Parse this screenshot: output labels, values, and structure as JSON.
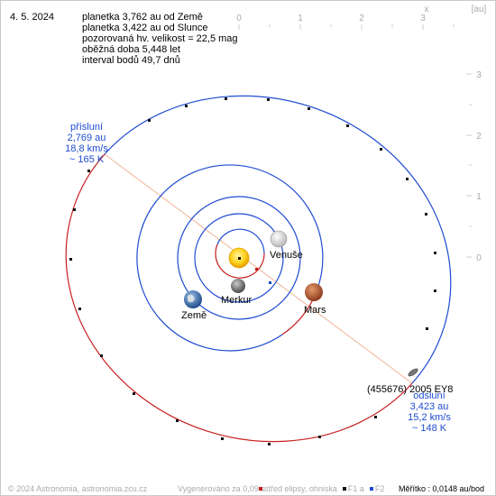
{
  "date": "4. 5. 2024",
  "info": {
    "line1": "planetka 3,762 au od Země",
    "line2": "planetka 3,422 au od Slunce",
    "line3": "pozorovaná hv. velikost = 22,5 mag",
    "line4": "oběžná doba 5,448 let",
    "line5": "interval bodů 49,7 dnů"
  },
  "axes": {
    "x_label": "x",
    "unit_label": "[au]",
    "x_ticks": [
      "0",
      "1",
      "2",
      "3"
    ],
    "y_ticks": [
      "3",
      "2",
      "1",
      "0"
    ],
    "tick_color": "#aaaaaa"
  },
  "perihelion": {
    "title": "přísluní",
    "distance": "2,769 au",
    "speed": "18,8 km/s",
    "temperature": "~ 165 K"
  },
  "aphelion": {
    "title": "odsluní",
    "distance": "3,423 au",
    "speed": "15,2 km/s",
    "temperature": "~ 148 K"
  },
  "bodies": {
    "venus": "Venuše",
    "earth": "Země",
    "mercury": "Merkur",
    "mars": "Mars",
    "asteroid": "(455676) 2005 EY8"
  },
  "footer": {
    "copyright": "© 2024 Astronomia, astronomia.zcu.cz",
    "generated": "Vygenerováno za 0,09 s",
    "center_legend": "střed elipsy, ohniska",
    "f1_legend": "F1 a",
    "f2_legend": "F2",
    "scale": "Měřítko : 0,0148 au/bod"
  },
  "colors": {
    "orbit_above": "#1e4bd2",
    "orbit_below": "#c81e1e",
    "apsis_line": "#f0b496",
    "label_blue": "#1e4bd2",
    "sun": "#ffd21e",
    "mars": "#c0603a",
    "earth": "#3d6fb0"
  }
}
